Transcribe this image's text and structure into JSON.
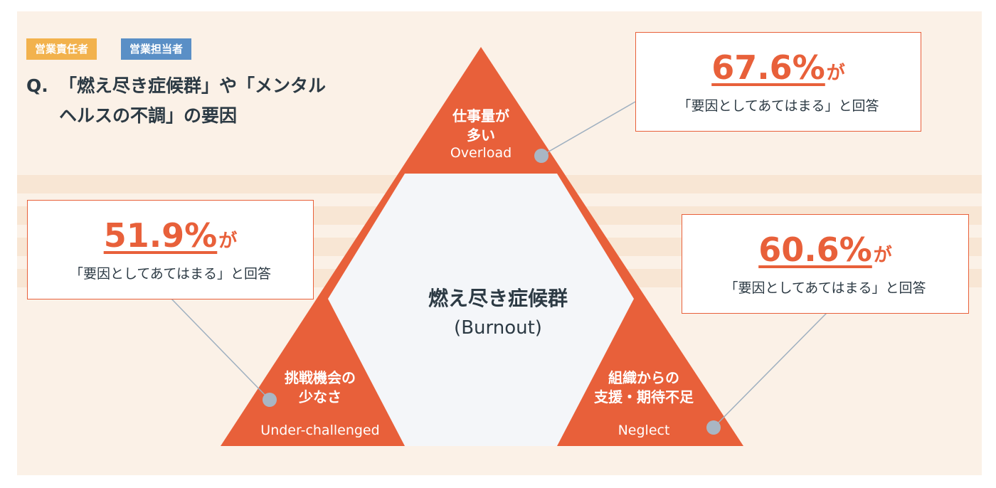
{
  "tags": {
    "manager": "営業責任者",
    "rep": "営業担当者"
  },
  "question": {
    "prefix": "Q.",
    "line1": "「燃え尽き症候群」や「メンタル",
    "line2": "ヘルスの不調」の要因"
  },
  "center": {
    "jp": "燃え尽き症候群",
    "en": "(Burnout)"
  },
  "factors": {
    "overload": {
      "jp_line1": "仕事量が",
      "jp_line2": "多い",
      "en": "Overload",
      "percent": "67.6%",
      "suffix": "が",
      "answer": "「要因としてあてはまる」と回答"
    },
    "under": {
      "jp_line1": "挑戦機会の",
      "jp_line2": "少なさ",
      "en": "Under-challenged",
      "percent": "51.9%",
      "suffix": "が",
      "answer": "「要因としてあてはまる」と回答"
    },
    "neglect": {
      "jp_line1": "組織からの",
      "jp_line2": "支援・期待不足",
      "en": "Neglect",
      "percent": "60.6%",
      "suffix": "が",
      "answer": "「要因としてあてはまる」と回答"
    }
  },
  "colors": {
    "accent": "#e8603a",
    "background": "#fbf1e7",
    "text": "#2c3a44",
    "dot": "#a9b6c4",
    "tag_manager": "#f2b24d",
    "tag_rep": "#5a8fc6"
  }
}
